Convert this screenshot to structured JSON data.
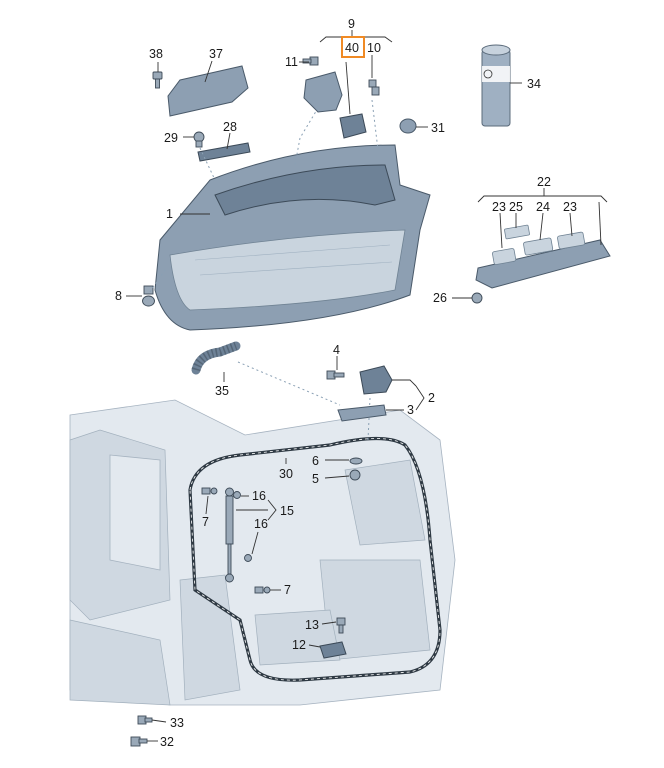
{
  "diagram": {
    "labels": {
      "p1": "1",
      "p2": "2",
      "p3": "3",
      "p4": "4",
      "p5": "5",
      "p6": "6",
      "p7a": "7",
      "p7b": "7",
      "p8": "8",
      "p9": "9",
      "p10": "10",
      "p11": "11",
      "p12": "12",
      "p13": "13",
      "p15": "15",
      "p16a": "16",
      "p16b": "16",
      "p22": "22",
      "p23a": "23",
      "p23b": "23",
      "p24": "24",
      "p25": "25",
      "p26": "26",
      "p28": "28",
      "p29": "29",
      "p30": "30",
      "p31": "31",
      "p32": "32",
      "p33": "33",
      "p34": "34",
      "p35": "35",
      "p37": "37",
      "p38": "38",
      "p40": "40"
    },
    "highlight_color": "#f08a24",
    "line_color": "#333333",
    "part_color": "#8d9fb2"
  }
}
